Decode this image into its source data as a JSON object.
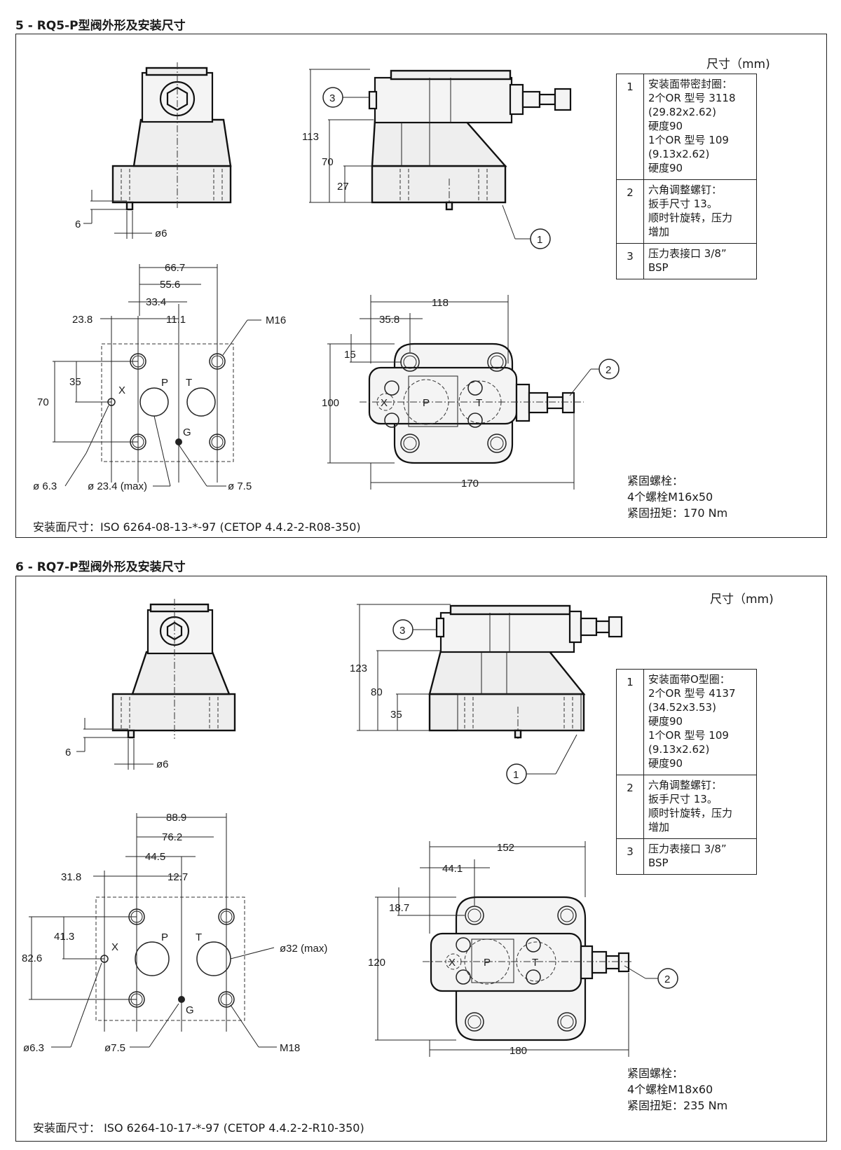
{
  "sections": [
    {
      "title": "5 - RQ5-P型阀外形及安装尺寸",
      "unit_label": "尺寸（mm)",
      "legend": [
        {
          "num": "1",
          "lines": [
            "安装面带密封圈：",
            "2个OR 型号 3118",
            "(29.82x2.62)",
            "硬度90",
            "1个OR 型号 109",
            "(9.13x2.62)",
            "硬度90"
          ]
        },
        {
          "num": "2",
          "lines": [
            "六角调整螺钉：",
            "扳手尺寸 13。",
            "顺时针旋转，压力",
            "增加"
          ]
        },
        {
          "num": "3",
          "lines": [
            "压力表接口 3/8”",
            "BSP"
          ]
        }
      ],
      "bolts": [
        "紧固螺栓：",
        "4个螺栓M16x50",
        "紧固扭矩：170 Nm"
      ],
      "mounting": "安装面尺寸：ISO 6264-08-13-*-97 (CETOP 4.4.2-2-R08-350)",
      "dims": {
        "pin_height": "6",
        "pin_dia": "ø6",
        "h_total": "113",
        "h_mid": "70",
        "h_base": "27",
        "w_66": "66.7",
        "w_55": "55.6",
        "w_33": "33.4",
        "w_23": "23.8",
        "w_11": "11.1",
        "v_70": "70",
        "v_35": "35",
        "thread": "M16",
        "hole_x": "ø 6.3",
        "hole_p": "ø 23.4 (max)",
        "hole_g": "ø 7.5",
        "top_w": "118",
        "top_w2": "35.8",
        "top_v15": "15",
        "top_h": "100",
        "top_wt": "170"
      },
      "callouts": [
        "1",
        "2",
        "3"
      ],
      "port_labels": {
        "x": "X",
        "p": "P",
        "t": "T",
        "g": "G"
      }
    },
    {
      "title": "6 - RQ7-P型阀外形及安装尺寸",
      "unit_label": "尺寸（mm)",
      "legend": [
        {
          "num": "1",
          "lines": [
            "安装面带O型圈：",
            "2个OR 型号 4137",
            "(34.52x3.53)",
            "硬度90",
            "1个OR 型号 109",
            "(9.13x2.62)",
            "硬度90"
          ]
        },
        {
          "num": "2",
          "lines": [
            "六角调整螺钉：",
            "扳手尺寸 13。",
            "顺时针旋转，压力",
            "增加"
          ]
        },
        {
          "num": "3",
          "lines": [
            "压力表接口 3/8”",
            "BSP"
          ]
        }
      ],
      "bolts": [
        "紧固螺栓：",
        "4个螺栓M18x60",
        "紧固扭矩：235 Nm"
      ],
      "mounting": "安装面尺寸： ISO 6264-10-17-*-97 (CETOP 4.4.2-2-R10-350)",
      "dims": {
        "pin_height": "6",
        "pin_dia": "ø6",
        "h_total": "123",
        "h_mid": "80",
        "h_base": "35",
        "w_66": "88.9",
        "w_55": "76.2",
        "w_33": "44.5",
        "w_23": "31.8",
        "w_11": "12.7",
        "v_70": "82.6",
        "v_35": "41.3",
        "thread": "M18",
        "hole_x": "ø6.3",
        "hole_p": "ø32 (max)",
        "hole_g": "ø7.5",
        "top_w": "152",
        "top_w2": "44.1",
        "top_v15": "18.7",
        "top_h": "120",
        "top_wt": "180"
      },
      "callouts": [
        "1",
        "2",
        "3"
      ],
      "port_labels": {
        "x": "X",
        "p": "P",
        "t": "T",
        "g": "G"
      }
    }
  ]
}
